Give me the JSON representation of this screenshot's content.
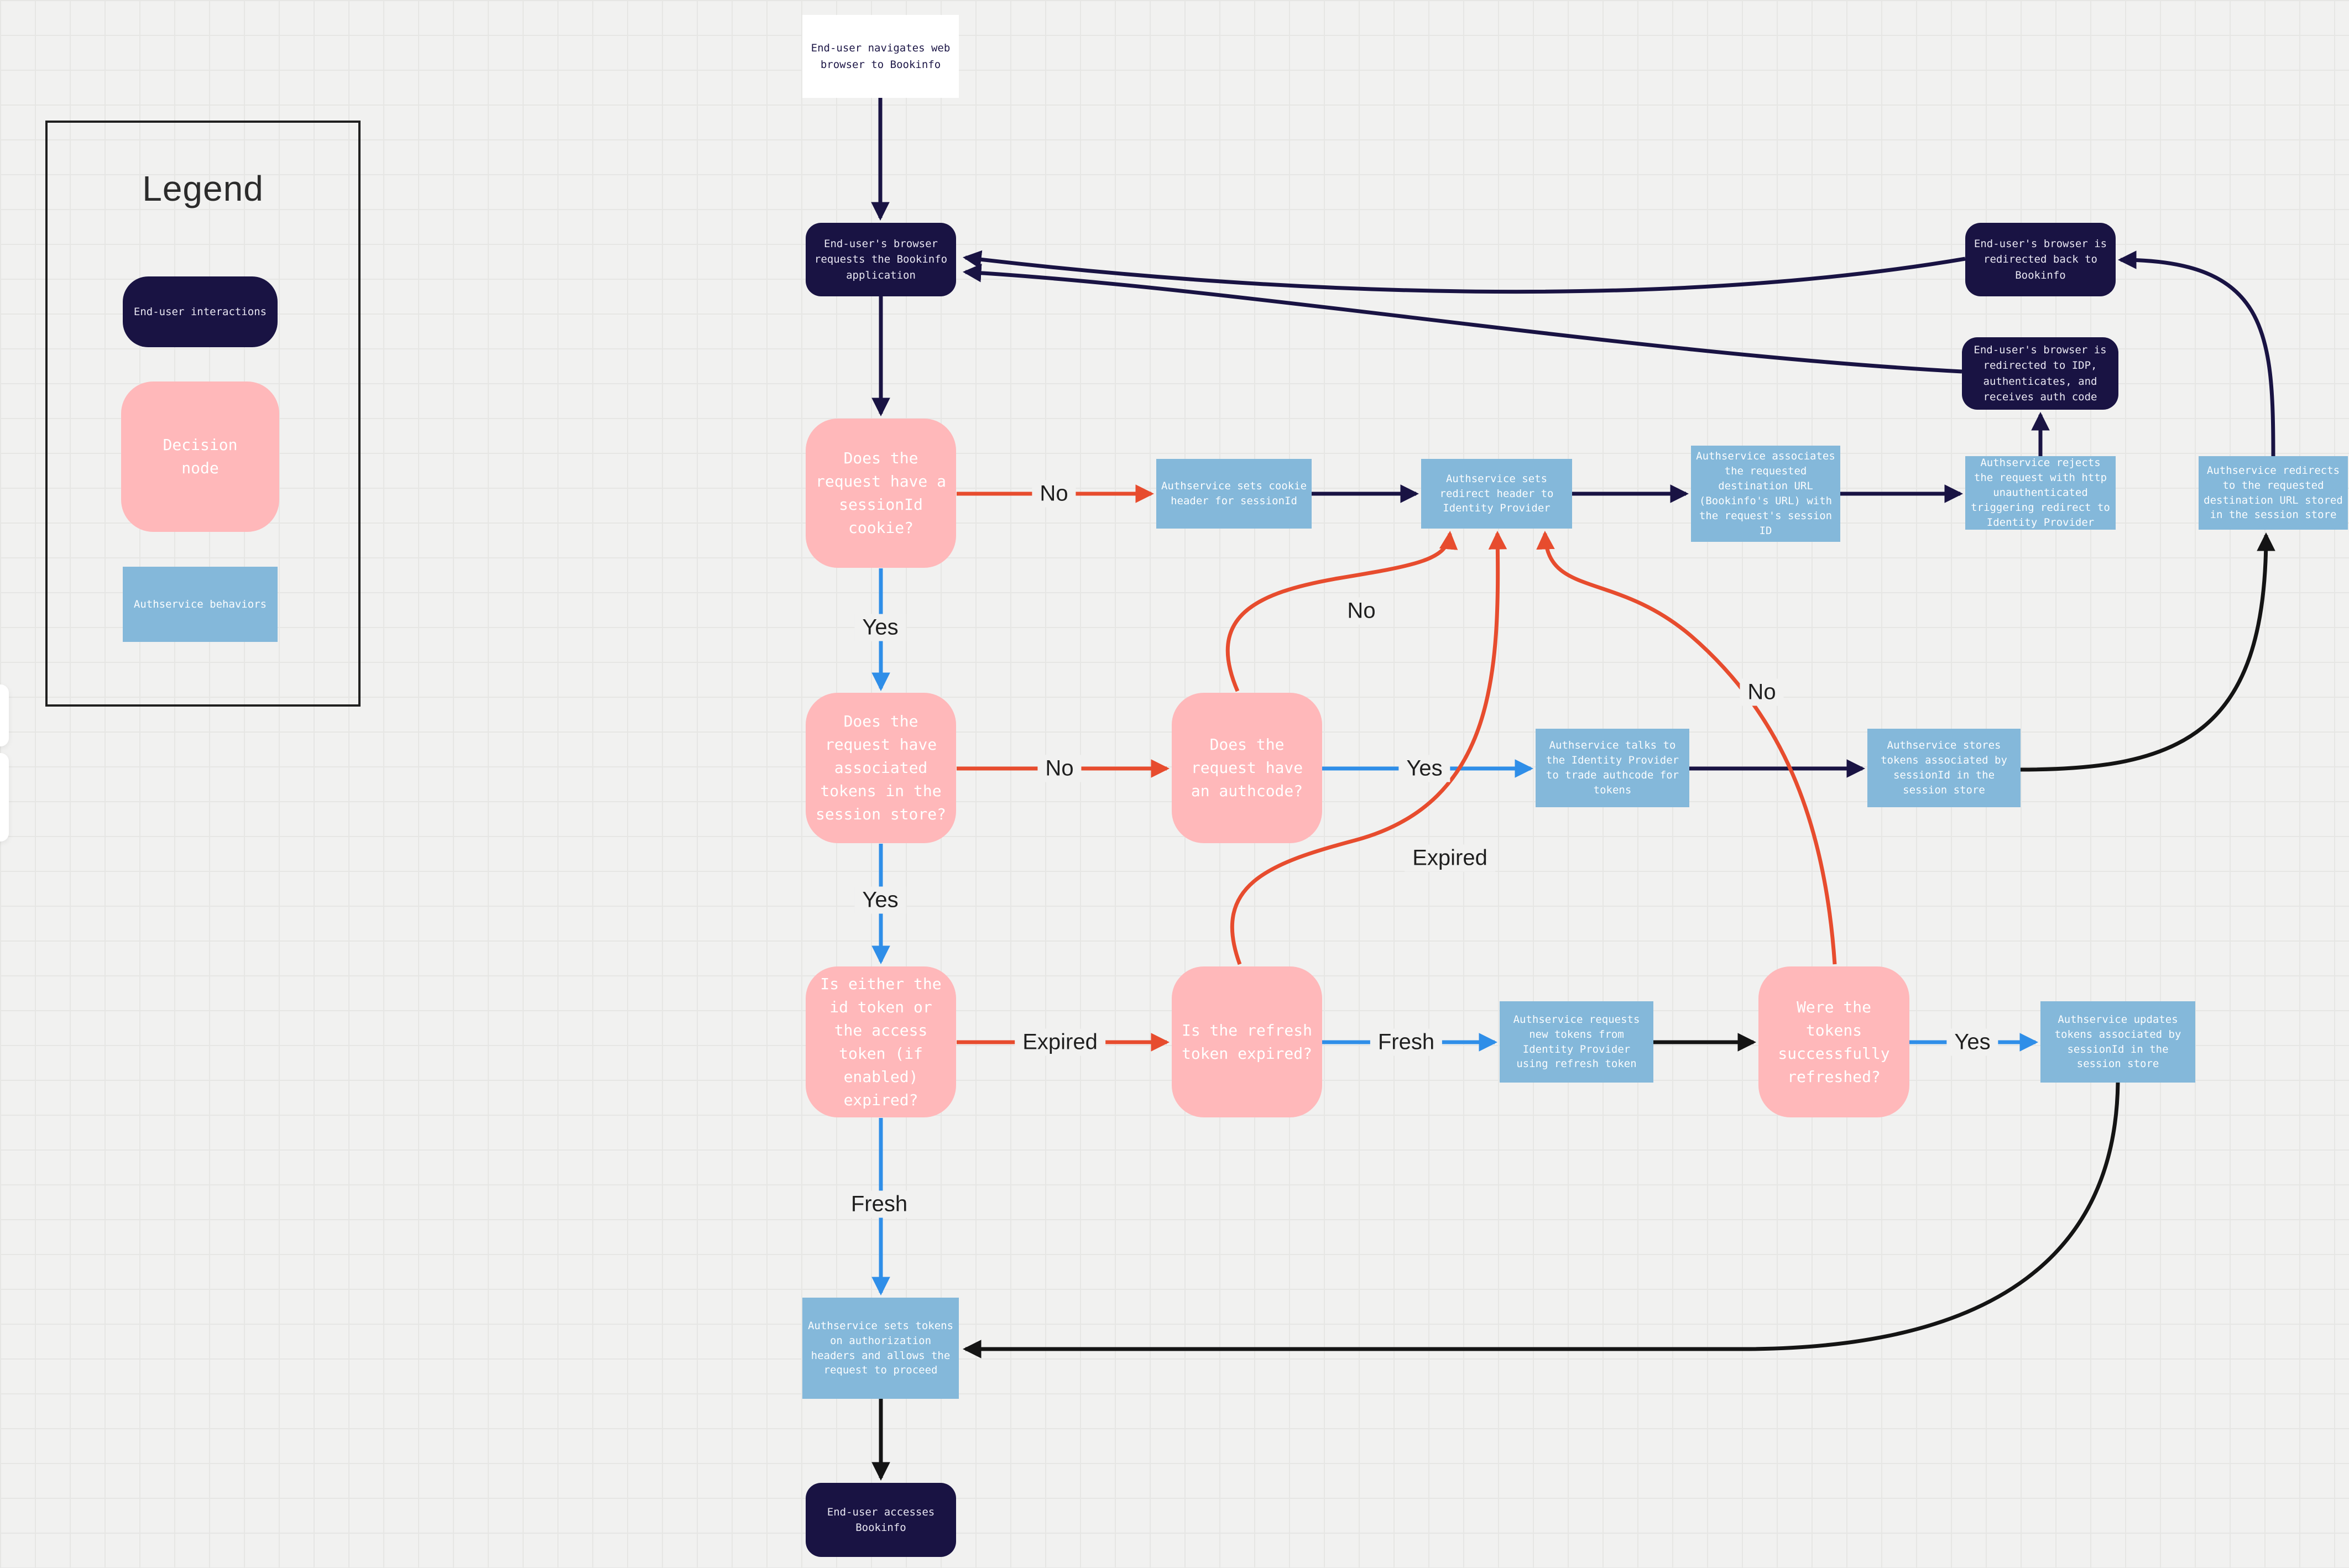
{
  "canvas": {
    "background": "#f1f1f0",
    "grid_line": "#e6e6e4"
  },
  "colors": {
    "end_user_node": "#191343",
    "decision_node": "#ffb8ba",
    "authservice_node": "#84b8da",
    "start_node_bg": "#ffffff",
    "edge_no_expired": "#e74c2e",
    "edge_yes_fresh": "#2f8ee8",
    "edge_neutral": "#191343",
    "edge_dark": "#141414"
  },
  "legend": {
    "title": "Legend",
    "items": [
      {
        "label": "End-user interactions"
      },
      {
        "label": "Decision node"
      },
      {
        "label": "Authservice behaviors"
      }
    ]
  },
  "nodes": {
    "start": "End-user navigates web browser to Bookinfo",
    "requests": "End-user's browser requests the Bookinfo application",
    "redirected_back": "End-user's browser is redirected back to Bookinfo",
    "redirected_idp": "End-user's browser is redirected to IDP, authenticates, and receives auth code",
    "d1": "Does the request have a sessionId cookie?",
    "cookie": "Authservice sets cookie header for sessionId",
    "redirect_header": "Authservice sets redirect header to Identity Provider",
    "associates": "Authservice associates the requested destination URL (Bookinfo's URL) with the request's session ID",
    "rejects": "Authservice rejects the request with http unauthenticated triggering redirect to Identity Provider",
    "redirects_dest": "Authservice redirects to the requested destination URL stored in the session store",
    "d2": "Does the request have associated tokens in the session store?",
    "authcode": "Does the request have an authcode?",
    "talks": "Authservice talks to the Identity Provider to trade authcode for tokens",
    "stores": "Authservice stores tokens associated by sessionId in the session store",
    "d3": "Is either the id token or the access token (if enabled) expired?",
    "refresh": "Is the refresh token expired?",
    "requests_new": "Authservice requests new tokens from Identity Provider using refresh token",
    "refreshed": "Were the tokens successfully refreshed?",
    "updates": "Authservice updates tokens associated by sessionId in the session store",
    "sets_tokens": "Authservice sets tokens on authorization headers and allows the request to proceed",
    "accesses": "End-user accesses Bookinfo"
  },
  "labels": {
    "d1_no": "No",
    "d1_yes": "Yes",
    "d2_no": "No",
    "d2_yes": "Yes",
    "authcode_yes": "Yes",
    "authcode_no": "No",
    "refresh_expired": "Expired",
    "refreshed_no": "No",
    "d3_expired": "Expired",
    "d3_fresh": "Fresh",
    "refresh_fresh": "Fresh",
    "refreshed_yes": "Yes"
  }
}
